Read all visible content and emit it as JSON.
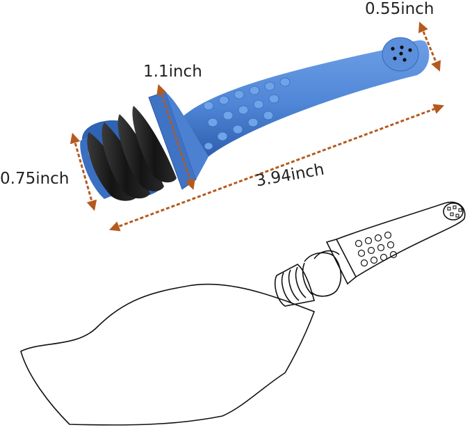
{
  "dimensions": {
    "tip_width": "0.55inch",
    "flange_width": "1.1inch",
    "base_diameter": "0.75inch",
    "total_length": "3.94inch"
  },
  "colors": {
    "body_blue": "#4f86d6",
    "body_blue_dark": "#2e5fae",
    "ring_black": "#161616",
    "arrow_orange": "#b55a1e",
    "outline": "#111111"
  }
}
